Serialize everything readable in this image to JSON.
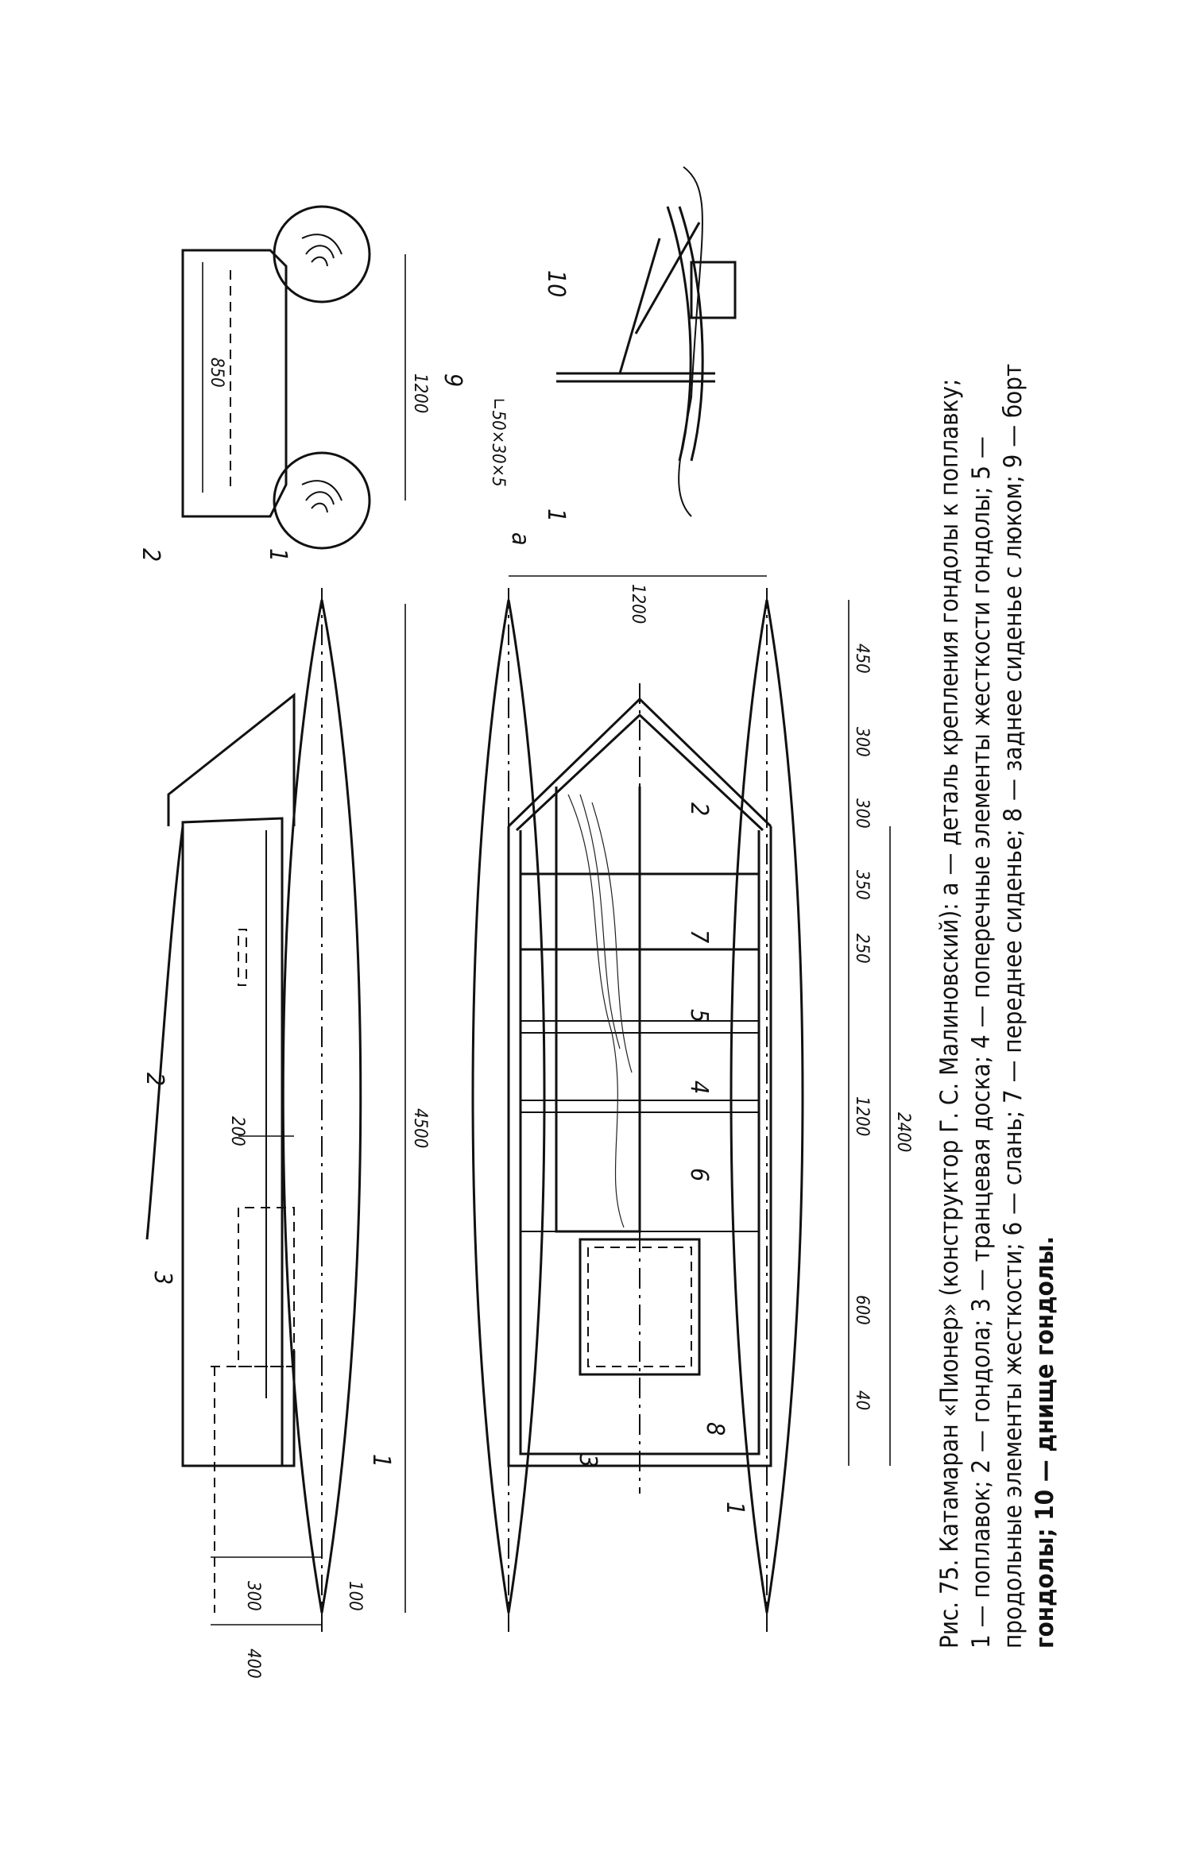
{
  "caption": {
    "title": "Рис. 75. Катамаран «Пионер» (конструктор Г. С. Малиновский): а — деталь крепления гондолы к поплавку;",
    "line2": "1 — поплавок; 2 — гондола; 3 — транцевая доска; 4 — поперечные элементы жесткости гондолы; 5 —",
    "line3": "продольные элементы жесткости; 6 — слань; 7 — переднее сиденье; 8 — заднее сиденье с люком; 9 — борт",
    "line4": "гондолы; 10 — днище гондолы."
  },
  "side_view": {
    "dims": {
      "total_length": "4500",
      "hatch_width": "200",
      "transom_400": "400",
      "transom_300": "300",
      "stern_100": "100"
    },
    "labels": {
      "gondola": "2",
      "transom": "3",
      "float": "1"
    }
  },
  "front_view": {
    "dims": {
      "float_spacing": "1200",
      "gondola_width": "850"
    },
    "labels": {
      "gondola": "2",
      "float": "1"
    }
  },
  "detail_a": {
    "title": "а",
    "angle_spec": "∟50×30×5",
    "labels": {
      "float": "1",
      "side": "9",
      "bottom": "10"
    }
  },
  "plan_view": {
    "dims": {
      "width": "1200",
      "d450": "450",
      "d300a": "300",
      "d300b": "300",
      "d350": "350",
      "d250": "250",
      "d1200": "1200",
      "d600": "600",
      "d40": "40",
      "d2400": "2400"
    },
    "labels": {
      "float": "1",
      "gondola": "2",
      "transom": "3",
      "cross": "4",
      "long": "5",
      "deck": "6",
      "front_seat": "7",
      "rear_seat": "8"
    }
  }
}
